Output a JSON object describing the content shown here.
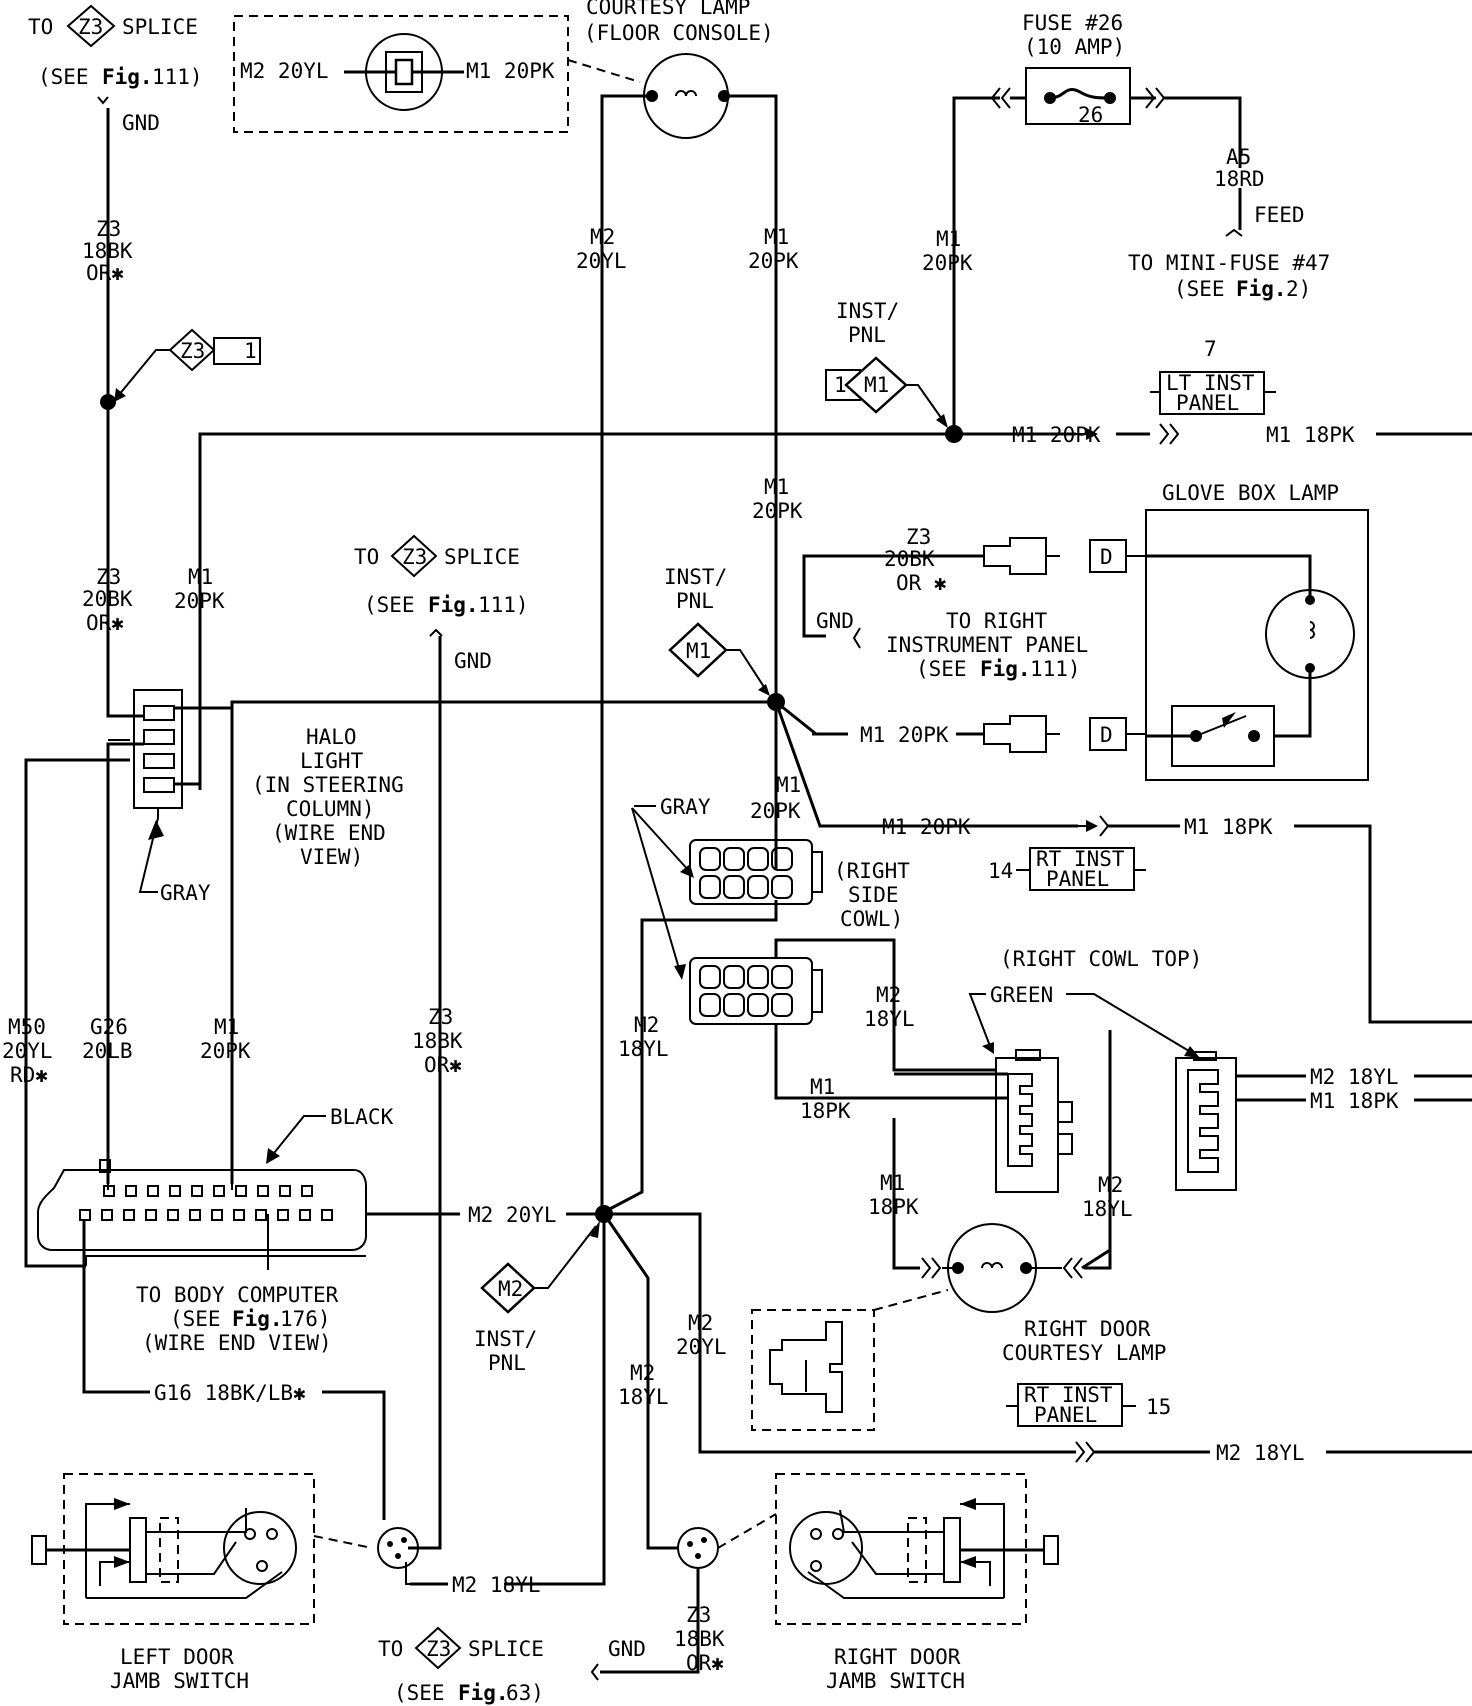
{
  "top_left": {
    "to": "TO",
    "z3": "Z3",
    "splice": "SPLICE",
    "see_pre": "(SEE",
    "fig": "Fig.",
    "see_post": "111)",
    "gnd": "GND",
    "w1": "Z3",
    "w2": "18BK",
    "w3": "OR✱",
    "inline_z3": "Z3",
    "inline_num": "1"
  },
  "floor_lamp": {
    "title1": "COURTESY LAMP",
    "title2": "(FLOOR CONSOLE)",
    "left_wire": "M2 20YL",
    "right_wire": "M1 20PK"
  },
  "fuse": {
    "title1": "FUSE #26",
    "title2": "(10 AMP)",
    "number": "26",
    "a5": "A5",
    "rd": "18RD",
    "feed": "FEED",
    "to_mini": "TO MINI-FUSE #47",
    "see_pre": "(SEE",
    "fig": "Fig.",
    "see_post": "2)"
  },
  "verticals": {
    "m2_a": "M2",
    "m2_b": "20YL",
    "m1_a": "M1",
    "m1_b": "20PK",
    "m1c_a": "M1",
    "m1c_b": "20PK",
    "fuse_m1_a": "M1",
    "fuse_m1_b": "20PK"
  },
  "inst_pnl_top": {
    "line1": "INST/",
    "line2": "PNL",
    "box_num": "1",
    "diamond": "M1"
  },
  "lt_inst": {
    "num": "7",
    "line1": "LT INST",
    "line2": "PANEL"
  },
  "main_bus": {
    "left": "M1 20PK",
    "right": "M1 18PK"
  },
  "left_conn": {
    "z3": "Z3",
    "bk": "20BK",
    "or": "OR✱",
    "m1": "M1",
    "pk": "20PK",
    "gray": "GRAY"
  },
  "mid_splice": {
    "to": "TO",
    "z3": "Z3",
    "splice": "SPLICE",
    "see_pre": "(SEE",
    "fig": "Fig.",
    "see_post": "111)",
    "gnd": "GND"
  },
  "glove": {
    "title": "GLOVE BOX LAMP",
    "z3": "Z3",
    "bk": "20BK",
    "or": "OR ✱",
    "gnd": "GND",
    "to_right": "TO RIGHT",
    "inst_panel": "INSTRUMENT PANEL",
    "see_pre": "(SEE",
    "fig": "Fig.",
    "see_post": "111)",
    "wire": "M1 20PK",
    "d1": "D",
    "d2": "D"
  },
  "inst_pnl_mid": {
    "line1": "INST/",
    "line2": "PNL",
    "diamond": "M1"
  },
  "halo": {
    "l1": "HALO",
    "l2": "LIGHT",
    "l3": "(IN STEERING",
    "l4": "COLUMN)",
    "l5": "(WIRE END",
    "l6": "VIEW)"
  },
  "right_cowl": {
    "gray": "GRAY",
    "m1": "M1",
    "pk": "20PK",
    "side1": "(RIGHT",
    "side2": "SIDE",
    "side3": "COWL)",
    "wire_l": "M1 20PK",
    "wire_r": "M1 18PK",
    "rt_num": "14",
    "rt1": "RT INST",
    "rt2": "PANEL"
  },
  "cowl_top": {
    "title": "(RIGHT COWL TOP)",
    "green": "GREEN",
    "m2a": "M2",
    "m2b": "18YL",
    "m1a": "M1",
    "m1b": "18PK",
    "out_m2": "M2 18YL",
    "out_m1": "M1 18PK"
  },
  "left_wires": {
    "m50a": "M50",
    "m50b": "20YL",
    "m50c": "RD✱",
    "g26a": "G26",
    "g26b": "20LB",
    "m1a": "M1",
    "m1b": "20PK",
    "z3a": "Z3",
    "z3b": "18BK",
    "z3c": "OR✱"
  },
  "body_computer": {
    "black": "BLACK",
    "l1": "TO BODY COMPUTER",
    "see_pre": "(SEE",
    "fig": "Fig.",
    "see_post": "176)",
    "l3": "(WIRE END VIEW)",
    "m2": "M2 20YL"
  },
  "center_vert": {
    "m2a": "M2",
    "m2b": "18YL"
  },
  "inst_pnl_bot": {
    "diamond": "M2",
    "line1": "INST/",
    "line2": "PNL"
  },
  "lower_wires": {
    "m2a": "M2",
    "m2b": "20YL",
    "m2c": "M2",
    "m2d": "18YL",
    "m2_right": "M2 18YL",
    "g16": "G16 18BK/LB✱",
    "m2_bot": "M2 18YL"
  },
  "right_door_lamp": {
    "m1a": "M1",
    "m1b": "18PK",
    "m2a": "M2",
    "m2b": "18YL",
    "l1": "RIGHT DOOR",
    "l2": "COURTESY LAMP"
  },
  "rt15": {
    "line1": "RT INST",
    "line2": "PANEL",
    "num": "15"
  },
  "left_switch": {
    "l1": "LEFT DOOR",
    "l2": "JAMB SWITCH"
  },
  "right_switch": {
    "l1": "RIGHT DOOR",
    "l2": "JAMB SWITCH"
  },
  "bottom_splice": {
    "to": "TO",
    "z3": "Z3",
    "splice": "SPLICE",
    "see_pre": "(SEE",
    "fig": "Fig.",
    "see_post": "63)",
    "z3w": "Z3",
    "bk": "18BK",
    "or": "OR✱",
    "gnd": "GND"
  }
}
